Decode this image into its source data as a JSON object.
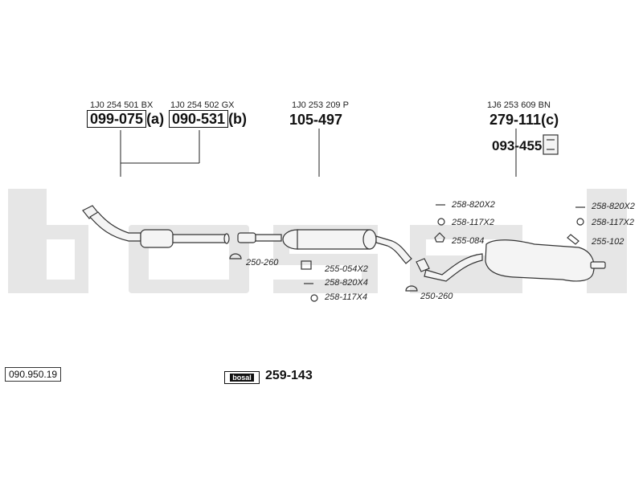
{
  "watermark": "bosal",
  "groups": [
    {
      "oem": "1J0 254 501 BX",
      "part": "099-075",
      "variant": "(a)"
    },
    {
      "oem": "1J0 254 502 GX",
      "part": "090-531",
      "variant": "(b)"
    },
    {
      "oem": "1J0 253 209 P",
      "part": "105-497"
    },
    {
      "oem": "1J6 253 609 BN",
      "part": "279-111(c)"
    }
  ],
  "accessory_part": "093-455",
  "labels": {
    "l1": "250-260",
    "l2": "255-054X2",
    "l3": "258-820X4",
    "l4": "258-117X4",
    "l5": "250-260",
    "l6": "258-820X2",
    "l7": "258-117X2",
    "l8": "255-084",
    "l9": "258-820X2",
    "l10": "258-117X2",
    "l11": "255-102"
  },
  "kit_logo": "bosal",
  "kit_part": "259-143",
  "ref_number": "090.950.19"
}
